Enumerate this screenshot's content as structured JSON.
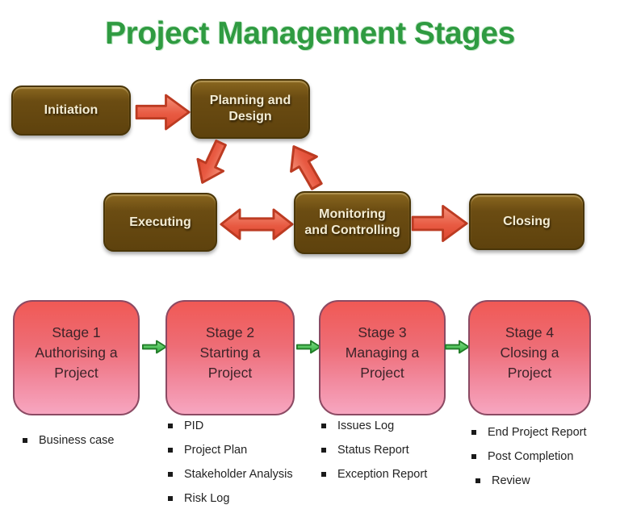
{
  "title": "Project Management Stages",
  "flow": {
    "boxes": [
      {
        "id": "initiation",
        "label_lines": [
          "Initiation"
        ]
      },
      {
        "id": "planning-and-design",
        "label_lines": [
          "Planning and",
          "Design"
        ]
      },
      {
        "id": "executing",
        "label_lines": [
          "Executing"
        ]
      },
      {
        "id": "monitoring-and-controlling",
        "label_lines": [
          "Monitoring",
          "and Controlling"
        ]
      },
      {
        "id": "closing",
        "label_lines": [
          "Closing"
        ]
      }
    ],
    "arrows": [
      {
        "from": "initiation",
        "to": "planning-and-design",
        "direction": "right"
      },
      {
        "from": "planning-and-design",
        "to": "executing",
        "direction": "down-left"
      },
      {
        "from": "monitoring-and-controlling",
        "to": "planning-and-design",
        "direction": "up-left"
      },
      {
        "from": "executing",
        "to": "monitoring-and-controlling",
        "direction": "double-horizontal"
      },
      {
        "from": "monitoring-and-controlling",
        "to": "closing",
        "direction": "right"
      }
    ]
  },
  "stages": [
    {
      "line1": "Stage 1",
      "line2": "Authorising a",
      "line3": "Project",
      "deliverables": [
        "Business case"
      ]
    },
    {
      "line1": "Stage 2",
      "line2": "Starting a",
      "line3": "Project",
      "deliverables": [
        "PID",
        "Project Plan",
        "Stakeholder Analysis",
        "Risk Log"
      ]
    },
    {
      "line1": "Stage 3",
      "line2": "Managing a",
      "line3": "Project",
      "deliverables": [
        "Issues Log",
        "Status Report",
        "Exception Report"
      ]
    },
    {
      "line1": "Stage 4",
      "line2": "Closing a",
      "line3": "Project",
      "deliverables": [
        "End Project Report",
        "Post Completion",
        "Review"
      ]
    }
  ],
  "colors": {
    "title_green": "#2f9b41",
    "process_box_brown": "#65480f",
    "process_box_border": "#4a3608",
    "process_box_text": "#f3ecd4",
    "arrow_red_fill": "#e85a42",
    "arrow_red_border": "#bc3b22",
    "arrow_green_fill": "#3fbf4c",
    "arrow_green_border": "#217c28",
    "stage_gradient_top": "#f05955",
    "stage_gradient_bottom": "#f7a6c0",
    "stage_border": "#8b4a63",
    "stage_text": "#3d2329",
    "deliverable_text": "#232323"
  }
}
